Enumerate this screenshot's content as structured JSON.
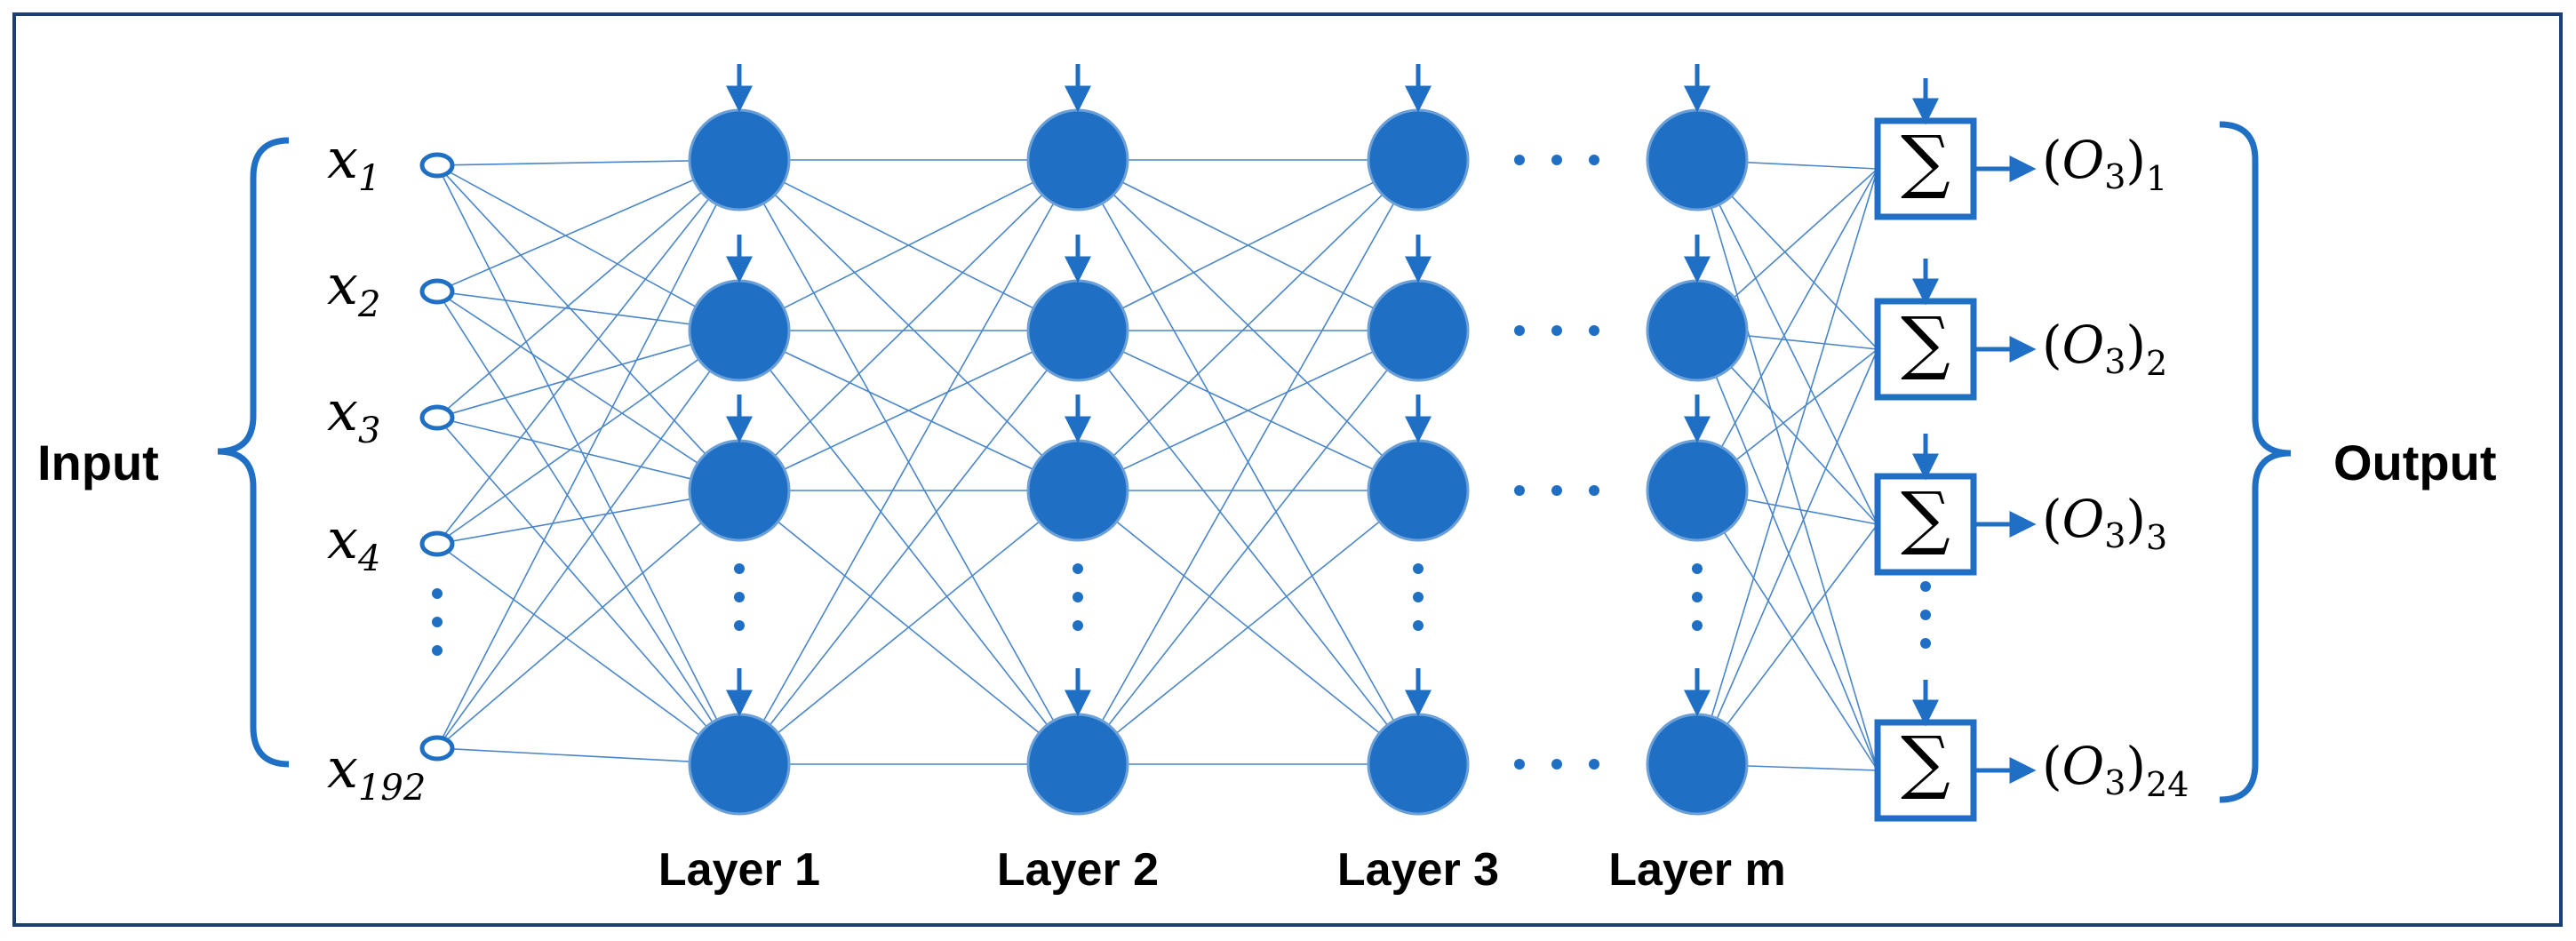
{
  "diagram": {
    "input_label": "Input",
    "output_label": "Output",
    "inputs": [
      {
        "base": "x",
        "sub": "1"
      },
      {
        "base": "x",
        "sub": "2"
      },
      {
        "base": "x",
        "sub": "3"
      },
      {
        "base": "x",
        "sub": "4"
      },
      {
        "base": "x",
        "sub": "192"
      }
    ],
    "layers": [
      "Layer 1",
      "Layer 2",
      "Layer 3",
      "Layer m"
    ],
    "sum_symbol": "∑",
    "outputs": [
      {
        "open": "(",
        "base": "O",
        "sub": "3",
        "close": ")",
        "index": "1"
      },
      {
        "open": "(",
        "base": "O",
        "sub": "3",
        "close": ")",
        "index": "2"
      },
      {
        "open": "(",
        "base": "O",
        "sub": "3",
        "close": ")",
        "index": "3"
      },
      {
        "open": "(",
        "base": "O",
        "sub": "3",
        "close": ")",
        "index": "24"
      }
    ],
    "colors": {
      "node": "#1f6fc4",
      "node_stroke": "#6a9fd8",
      "edge": "#4a86c8",
      "accent": "#1f6fc4",
      "frame": "#1b3f73",
      "bracket": "#1f6fc4"
    }
  }
}
